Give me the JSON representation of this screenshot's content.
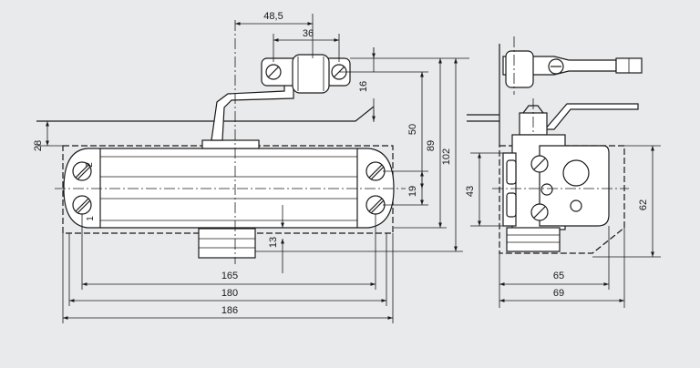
{
  "dimensions": {
    "d48_5": "48,5",
    "d36": "36",
    "d16": "16",
    "d50": "50",
    "d89": "89",
    "d102": "102",
    "d28": "28",
    "d19": "19",
    "d13": "13",
    "d165": "165",
    "d180": "180",
    "d186": "186",
    "d43": "43",
    "d62": "62",
    "d65": "65",
    "d69": "69"
  },
  "screw_labels": {
    "one": "1",
    "two": "2"
  }
}
